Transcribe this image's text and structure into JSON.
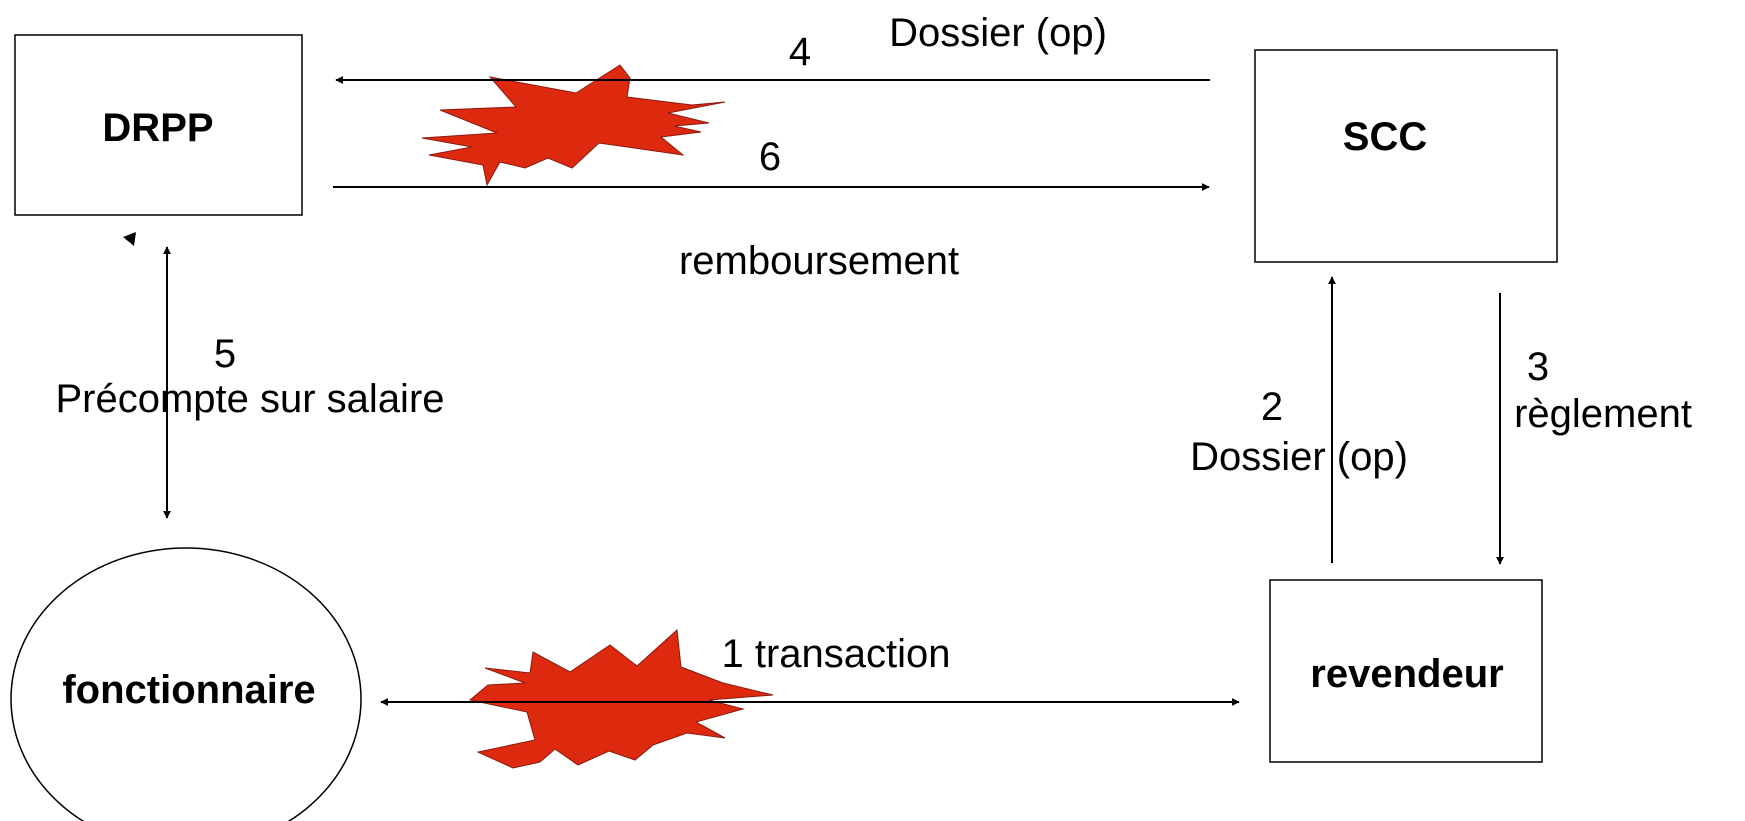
{
  "colors": {
    "burst_fill": "#dd2a0e",
    "line": "#000000",
    "background": "#ffffff"
  },
  "nodes": {
    "drpp": "DRPP",
    "scc": "SCC",
    "revendeur": "revendeur",
    "fonctionnaire": "fonctionnaire"
  },
  "edges": {
    "e4": {
      "number": "4",
      "text": "Dossier (op)"
    },
    "e6": {
      "number": "6",
      "text": "remboursement"
    },
    "e5": {
      "number": "5",
      "text": "Précompte sur salaire"
    },
    "e2": {
      "number": "2",
      "text": "Dossier (op)"
    },
    "e3": {
      "number": "3",
      "text": "règlement"
    },
    "e1": {
      "text": "1 transaction"
    }
  }
}
